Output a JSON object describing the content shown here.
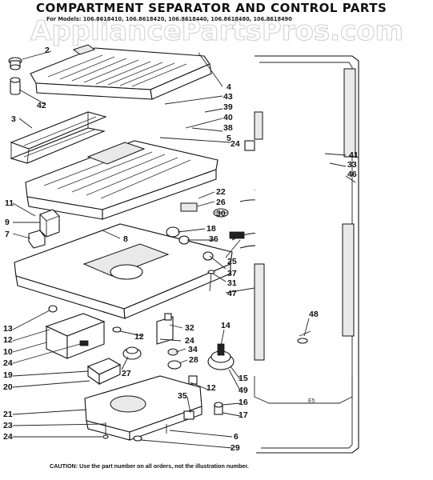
{
  "title": "COMPARTMENT SEPARATOR AND CONTROL PARTS",
  "models_line": "For Models: 106.8618410, 106.8618420, 106.8618440, 106.8618480, 106.8618490",
  "watermark": "AppliancePartsPros.com",
  "caution": "CAUTION: Use the part number on all orders, not the illustration number.",
  "figure_code": "E5",
  "labels": [
    "2",
    "42",
    "3",
    "4",
    "43",
    "39",
    "40",
    "38",
    "5",
    "24",
    "41",
    "33",
    "46",
    "22",
    "26",
    "30",
    "11",
    "9",
    "7",
    "8",
    "18",
    "36",
    "25",
    "37",
    "31",
    "47",
    "48",
    "13",
    "12",
    "10",
    "24",
    "19",
    "20",
    "32",
    "24",
    "34",
    "28",
    "27",
    "12",
    "12",
    "14",
    "15",
    "49",
    "16",
    "17",
    "35",
    "21",
    "23",
    "24",
    "6",
    "29"
  ]
}
